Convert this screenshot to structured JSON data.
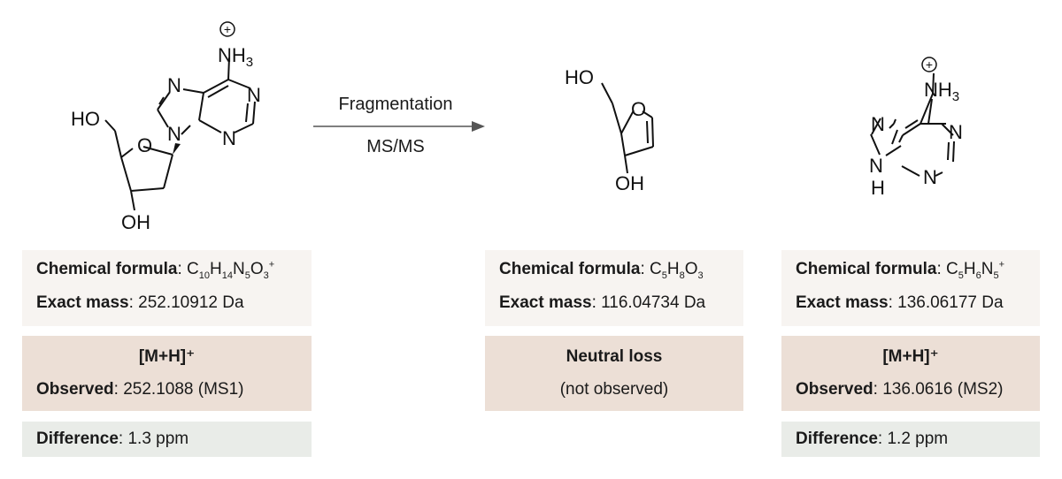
{
  "colors": {
    "formula_box": "#f7f4f1",
    "observed_box": "#ecdfd6",
    "difference_box": "#e9ece8",
    "arrow": "#555555"
  },
  "reaction": {
    "label_top": "Fragmentation",
    "label_bottom": "MS/MS"
  },
  "labels": {
    "HO": "HO",
    "OH": "OH",
    "O": "O",
    "N": "N",
    "NH3": "NH",
    "NH3_sub": "3",
    "plus": "+",
    "H": "H"
  },
  "panels": [
    {
      "formula_label": "Chemical formula",
      "formula_parts": [
        "C",
        "10",
        "H",
        "14",
        "N",
        "5",
        "O",
        "3",
        "+"
      ],
      "mass_label": "Exact mass",
      "mass_value": "252.10912 Da",
      "observed_title": "[M+H]⁺",
      "observed_label": "Observed",
      "observed_value": "252.1088 (MS1)",
      "difference_label": "Difference",
      "difference_value": "1.3 ppm"
    },
    {
      "formula_label": "Chemical formula",
      "formula_parts": [
        "C",
        "5",
        "H",
        "8",
        "O",
        "3"
      ],
      "mass_label": "Exact mass",
      "mass_value": "116.04734 Da",
      "observed_title": "Neutral loss",
      "observed_note": "(not observed)"
    },
    {
      "formula_label": "Chemical formula",
      "formula_parts": [
        "C",
        "5",
        "H",
        "6",
        "N",
        "5",
        "+"
      ],
      "mass_label": "Exact mass",
      "mass_value": "136.06177 Da",
      "observed_title": "[M+H]⁺",
      "observed_label": "Observed",
      "observed_value": "136.0616 (MS2)",
      "difference_label": "Difference",
      "difference_value": "1.2 ppm"
    }
  ]
}
